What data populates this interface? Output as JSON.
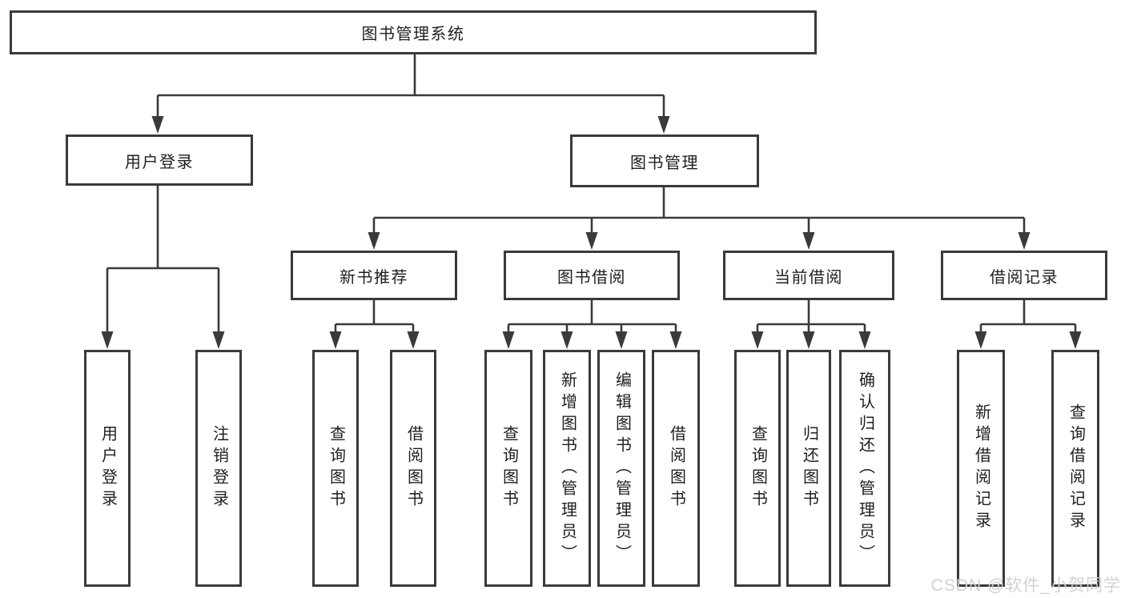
{
  "diagram": {
    "root": {
      "label": "图书管理系统"
    },
    "login_branch": {
      "label": "用户登录",
      "children": [
        {
          "label": "用户登录"
        },
        {
          "label": "注销登录"
        }
      ]
    },
    "mgmt_branch": {
      "label": "图书管理",
      "sections": [
        {
          "label": "新书推荐",
          "children": [
            {
              "label": "查询图书"
            },
            {
              "label": "借阅图书"
            }
          ]
        },
        {
          "label": "图书借阅",
          "children": [
            {
              "label": "查询图书"
            },
            {
              "label": "新增图书（管理员）"
            },
            {
              "label": "编辑图书（管理员）"
            },
            {
              "label": "借阅图书"
            }
          ]
        },
        {
          "label": "当前借阅",
          "children": [
            {
              "label": "查询图书"
            },
            {
              "label": "归还图书"
            },
            {
              "label": "确认归还（管理员）"
            }
          ]
        },
        {
          "label": "借阅记录",
          "children": [
            {
              "label": "新增借阅记录"
            },
            {
              "label": "查询借阅记录"
            }
          ]
        }
      ]
    }
  },
  "watermark": {
    "text": "CSDN @软件_小贺同学"
  },
  "colors": {
    "line": "#3a3a3a",
    "box_border": "#3a3a3a",
    "text": "#1f1f1f",
    "watermark": "#cdd0d4",
    "background": "#ffffff"
  }
}
